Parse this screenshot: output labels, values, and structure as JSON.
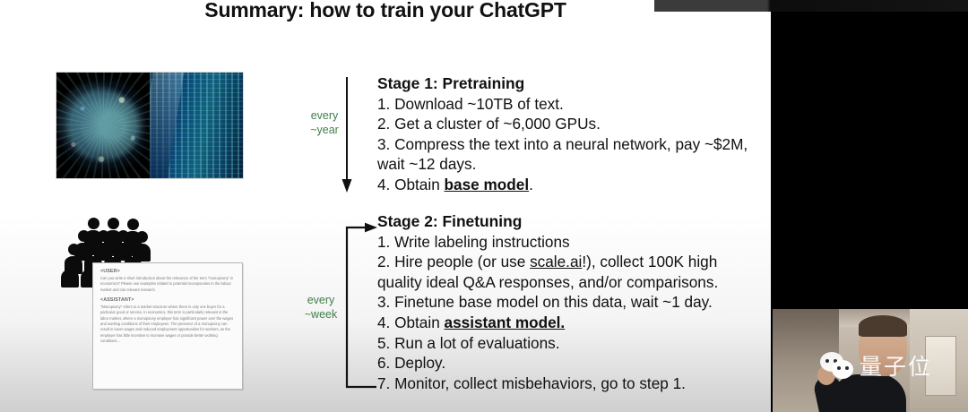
{
  "slide": {
    "title": "Summary: how to train your ChatGPT",
    "cadence": {
      "pretraining": "every\n~year",
      "finetuning": "every\n~week"
    },
    "stage1": {
      "heading": "Stage 1: Pretraining",
      "steps": [
        "1. Download ~10TB of text.",
        "2. Get a cluster of ~6,000 GPUs.",
        "3. Compress the text into a neural network, pay ~$2M, wait ~12 days.",
        "4. Obtain base model."
      ],
      "step4_prefix": "4. Obtain ",
      "step4_emphasis": "base model",
      "step4_suffix": "."
    },
    "stage2": {
      "heading": "Stage 2: Finetuning",
      "steps": [
        "1. Write labeling instructions",
        "2. Hire people (or use scale.ai!), collect 100K high quality ideal Q&A responses, and/or comparisons.",
        "3. Finetune base model on this data, wait ~1 day.",
        "4. Obtain assistant model.",
        "5. Run a lot of evaluations.",
        "6. Deploy.",
        "7. Monitor, collect misbehaviors, go to step 1."
      ],
      "step2_a": "2. Hire people (or use ",
      "step2_link": "scale.ai",
      "step2_b": "!), collect 100K high quality ideal Q&A responses, and/or comparisons.",
      "step4_prefix": "4. Obtain ",
      "step4_emphasis": "assistant model."
    },
    "media": {
      "neural_graph_caption": "neural-network-graph-image",
      "datacenter_caption": "gpu-datacenter-image",
      "people_caption": "crowd-of-labelers-icon"
    },
    "document": {
      "user_role": "<USER>",
      "user_text": "Can you write a short introduction about the relevance of the term \"monopsony\" in economics? Please use examples related to potential monopsonies in the labour market and cite relevant research.",
      "assistant_role": "<ASSISTANT>",
      "assistant_text": "\"Monopsony\" refers to a market structure where there is only one buyer for a particular good or service. In economics, this term is particularly relevant in the labor market, where a monopsony employer has significant power over the wages and working conditions of their employees. The presence of a monopsony can result in lower wages and reduced employment opportunities for workers, as the employer has little incentive to increase wages or provide better working conditions..."
    }
  },
  "overlay": {
    "top_strip_text": "",
    "watermark_text": "量子位"
  },
  "colors": {
    "cadence_green": "#3f7f48",
    "text_black": "#111111",
    "slide_background": "#ffffff",
    "surround_black": "#000000"
  }
}
